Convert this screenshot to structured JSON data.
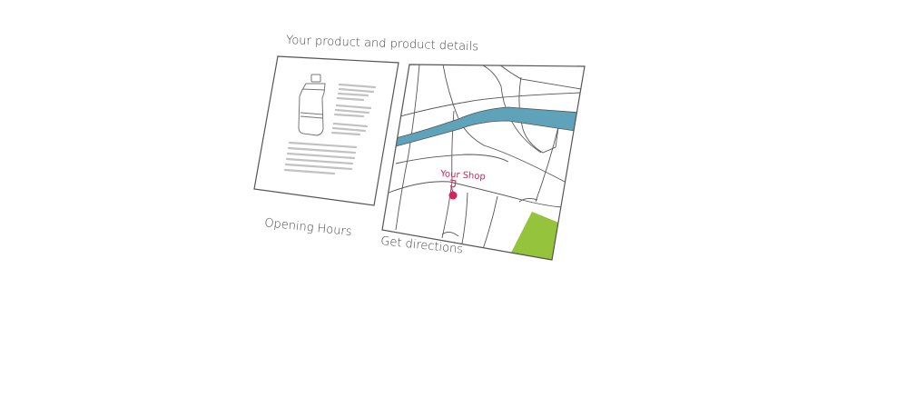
{
  "labels": {
    "product_details": "Your product and product details",
    "opening_hours": "Opening Hours",
    "get_directions": "Get directions",
    "shop_marker": "Your Shop"
  },
  "colors": {
    "river": "#5fa3ba",
    "park": "#95c33c",
    "marker": "#d6245a",
    "outline": "#555555",
    "text_lines": "#c2c2c2"
  },
  "icons": {
    "product": "water-bottle-icon",
    "marker": "map-pin-icon"
  }
}
